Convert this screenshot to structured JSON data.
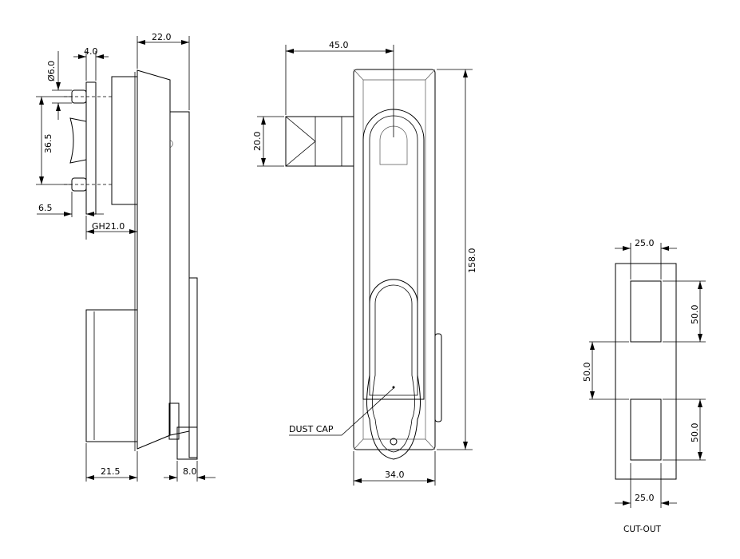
{
  "side_view": {
    "dims": {
      "top_width": "22.0",
      "flange": "4.0",
      "diameter": "6.0",
      "diameter_symbol": "Ø",
      "hole_spacing": "36.5",
      "offset": "6.5",
      "grip": "GH21.0",
      "bottom_depth": "21.5",
      "plate": "8.0"
    }
  },
  "front_view": {
    "dims": {
      "projection": "45.0",
      "cam_height": "20.0",
      "height": "158.0",
      "width": "34.0"
    },
    "callout": "DUST CAP"
  },
  "cutout": {
    "dims": {
      "top_width": "25.0",
      "bottom_width": "25.0",
      "upper_slot": "50.0",
      "gap": "50.0",
      "lower_slot": "50.0"
    },
    "label": "CUT-OUT"
  }
}
